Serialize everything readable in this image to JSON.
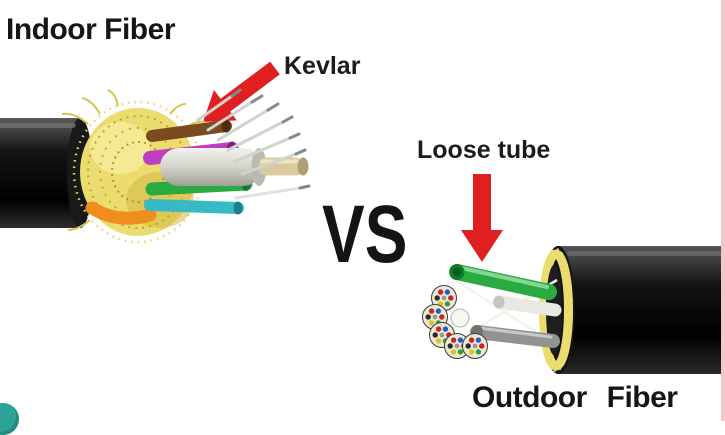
{
  "diagram": {
    "indoor_title": "Indoor Fiber",
    "outdoor_title": "Outdoor Fiber",
    "vs_label": "VS",
    "kevlar_callout": "Kevlar",
    "loose_tube_callout": "Loose tube"
  },
  "colors": {
    "background": "#ffffff",
    "text": "#161616",
    "arrow_red": "#e02020",
    "cable_black": "#0d0d0d",
    "kevlar_yellow": "#eadc6e",
    "tube_green": "#2aab42",
    "tube_magenta": "#bf3dbf",
    "tube_cyan": "#38b9c6",
    "tube_orange": "#ef8d1f",
    "tube_brown": "#7b4a20",
    "rod_beige": "#d9cb9f",
    "watermark_teal": "#2ba496",
    "edge_strip_pink": "#f3c6cb"
  }
}
